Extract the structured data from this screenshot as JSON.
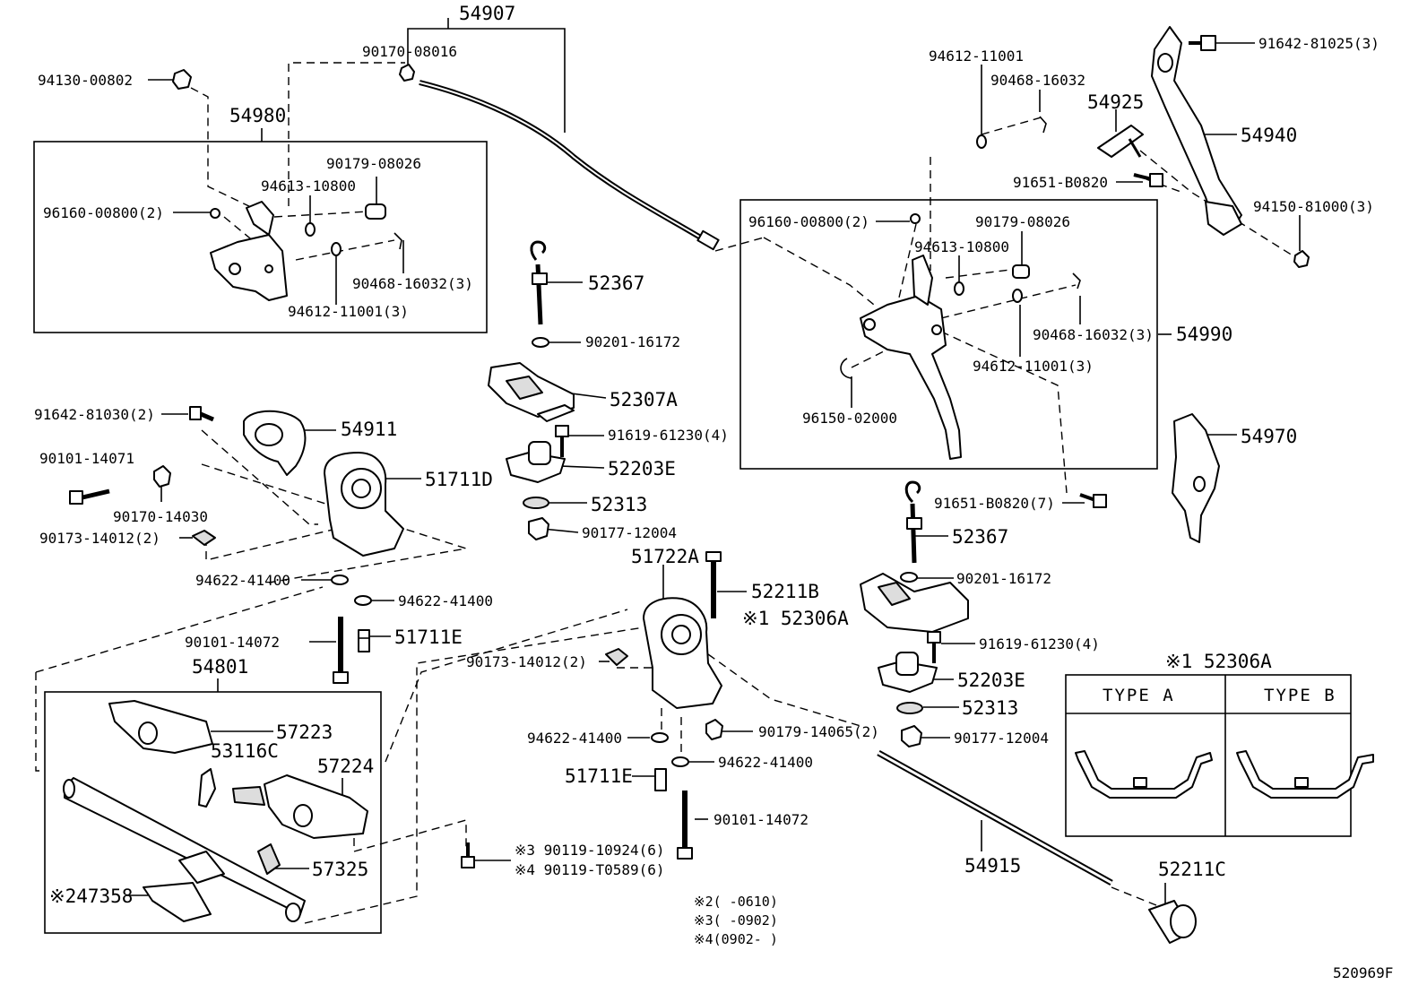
{
  "labels": {
    "p54907": "54907",
    "p90170_08016": "90170-08016",
    "p94130_00802": "94130-00802",
    "p54980": "54980",
    "p90179_08026_l": "90179-08026",
    "p94613_10800_l": "94613-10800",
    "p96160_00800_l": "96160-00800(2)",
    "p90468_16032_3_l": "90468-16032(3)",
    "p94612_11001_3_l": "94612-11001(3)",
    "p52367_a": "52367",
    "p90201_16172_a": "90201-16172",
    "p52307A": "52307A",
    "p91619_61230_a": "91619-61230(4)",
    "p52203E_a": "52203E",
    "p52313_a": "52313",
    "p90177_12004_a": "90177-12004",
    "p91642_81030": "91642-81030(2)",
    "p54911": "54911",
    "p90101_14071": "90101-14071",
    "p51711D": "51711D",
    "p90170_14030": "90170-14030",
    "p90173_14012_a": "90173-14012(2)",
    "p94622_41400_a": "94622-41400",
    "p94622_41400_b": "94622-41400",
    "p90101_14072_a": "90101-14072",
    "p51711E_a": "51711E",
    "p54801": "54801",
    "p57223": "57223",
    "p53116C": "53116C",
    "p57224": "57224",
    "p57325": "57325",
    "p47358": "※247358",
    "p94612_11001_r": "94612-11001",
    "p90468_16032_r": "90468-16032",
    "p54925": "54925",
    "p91642_81025": "91642-81025(3)",
    "p54940": "54940",
    "p91651_B0820_a": "91651-B0820",
    "p94150_81000": "94150-81000(3)",
    "p96160_00800_r": "96160-00800(2)",
    "p90179_08026_r": "90179-08026",
    "p94613_10800_r": "94613-10800",
    "p90468_16032_3_r": "90468-16032(3)",
    "p54990": "54990",
    "p94612_11001_3_r": "94612-11001(3)",
    "p96150_02000": "96150-02000",
    "p54970": "54970",
    "p91651_B0820_7": "91651-B0820(7)",
    "p52367_b": "52367",
    "p90201_16172_b": "90201-16172",
    "p52306A": "※1 52306A",
    "p91619_61230_b": "91619-61230(4)",
    "p52203E_b": "52203E",
    "p52313_b": "52313",
    "p90177_12004_b": "90177-12004",
    "p51722A": "51722A",
    "p52211B": "52211B",
    "p90173_14012_b": "90173-14012(2)",
    "p94622_41400_c": "94622-41400",
    "p90179_14065": "90179-14065(2)",
    "p51711E_b": "51711E",
    "p94622_41400_d": "94622-41400",
    "p90101_14072_b": "90101-14072",
    "p90119_10924": "※3 90119-10924(6)",
    "p90119_T0589": "※4 90119-T0589(6)",
    "p54915": "54915",
    "p52211C": "52211C",
    "note2": "※2(     -0610)",
    "note3": "※3(     -0902)",
    "note4": "※4(0902-     )",
    "legend_title": "※1 52306A",
    "type_a": "TYPE A",
    "type_b": "TYPE B",
    "diagram_id": "520969F"
  }
}
